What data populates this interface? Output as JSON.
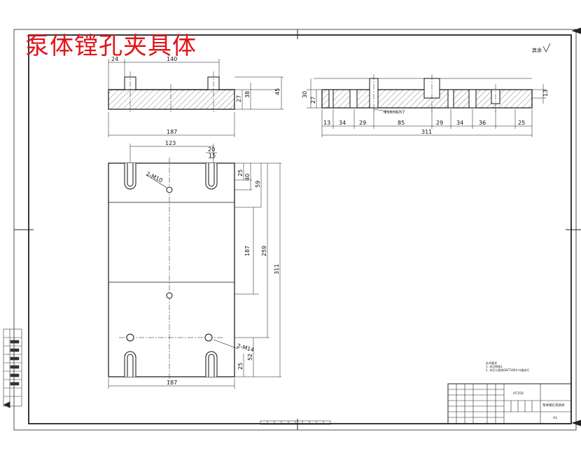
{
  "title": "泵体镗孔夹具体",
  "roughness_label": "其余",
  "top_view": {
    "dims": [
      "24",
      "140",
      "187",
      "27",
      "38",
      "45"
    ]
  },
  "plan_view": {
    "dims": [
      "123",
      "20",
      "15",
      "25",
      "40",
      "59",
      "187",
      "259",
      "311",
      "52",
      "25",
      "187"
    ],
    "callouts": [
      "2-M10",
      "2-M14"
    ]
  },
  "side_view": {
    "dims": [
      "30",
      "27",
      "13",
      "13",
      "34",
      "29",
      "85",
      "29",
      "34",
      "36",
      "25",
      "311"
    ],
    "hole_label": "Φ10H8/h7"
  },
  "notes": {
    "heading": "技术要求",
    "lines": [
      "1. 未注倒角1.",
      "2. 未注公差按GB/T1804-m级执行"
    ]
  },
  "title_block": {
    "material": "HT250",
    "part_name": "泵体镗孔夹具体",
    "sheet": "A1"
  }
}
